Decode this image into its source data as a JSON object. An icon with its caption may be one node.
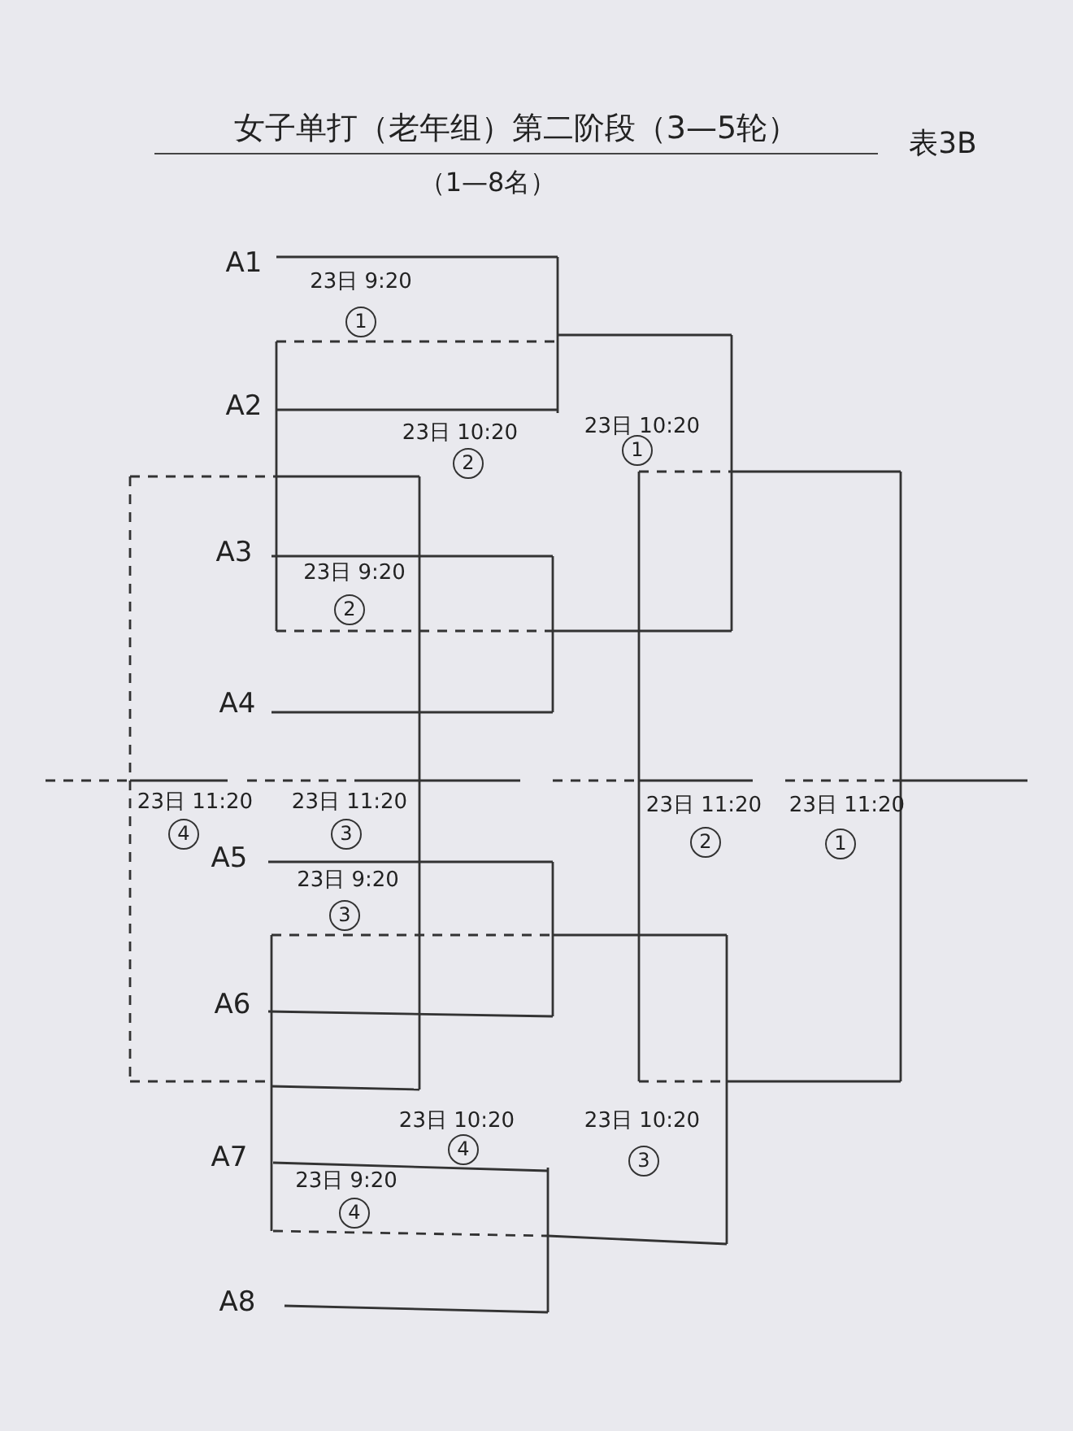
{
  "diagram": {
    "title": "女子单打（老年组）第二阶段（3—5轮）",
    "labels": [
      "表3B",
      "（1—8名）",
      "A1",
      "23日 9:20",
      "1",
      "A2",
      "23日 10:20",
      "2",
      "23日 10:20",
      "1",
      "A3",
      "23日 9:20",
      "2",
      "A4",
      "23日 11:20",
      "4",
      "23日 11:20",
      "3",
      "23日 11:20",
      "2",
      "23日 11:20",
      "1",
      "A5",
      "23日 9:20",
      "3",
      "A6",
      "23日 10:20",
      "4",
      "23日 10:20",
      "3",
      "A7",
      "23日 9:20",
      "4",
      "A8"
    ]
  }
}
